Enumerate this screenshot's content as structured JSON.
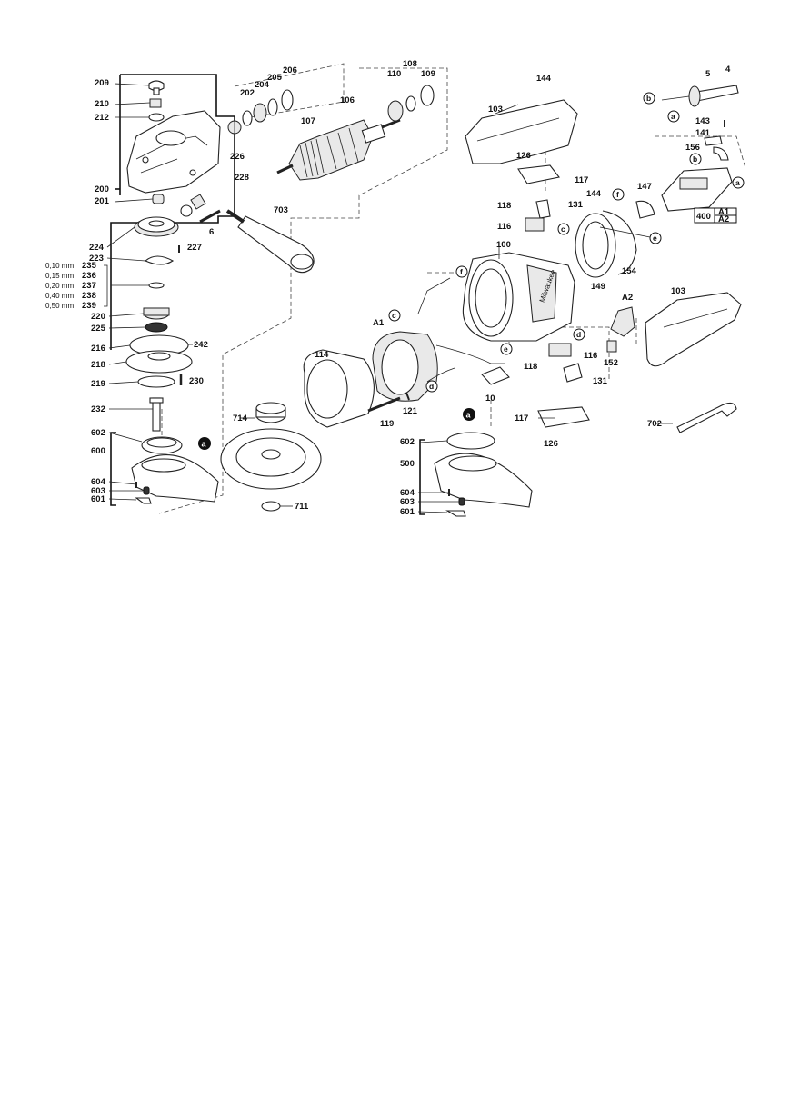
{
  "diagram": {
    "callouts": {
      "p209": "209",
      "p210": "210",
      "p212": "212",
      "p200": "200",
      "p201": "201",
      "p202": "202",
      "p204": "204",
      "p205": "205",
      "p206": "206",
      "p106": "106",
      "p107": "107",
      "p108": "108",
      "p110": "110",
      "p109": "109",
      "p226": "226",
      "p228": "228",
      "p6": "6",
      "p703": "703",
      "p224": "224",
      "p227": "227",
      "p223": "223",
      "p235": "235",
      "p236": "236",
      "p237": "237",
      "p238": "238",
      "p239": "239",
      "p220": "220",
      "p225": "225",
      "p216": "216",
      "p242": "242",
      "p218": "218",
      "p219": "219",
      "p230": "230",
      "p232": "232",
      "p602a": "602",
      "p600": "600",
      "p604a": "604",
      "p603a": "603",
      "p601a": "601",
      "p714": "714",
      "p711": "711",
      "p144a": "144",
      "p103a": "103",
      "p126a": "126",
      "p117a": "117",
      "p118a": "118",
      "p131a": "131",
      "p116a": "116",
      "p100": "100",
      "pA1": "A1",
      "p114": "114",
      "p119": "119",
      "p121": "121",
      "p10": "10",
      "p117b": "117",
      "p126b": "126",
      "p602b": "602",
      "p500": "500",
      "p604b": "604",
      "p603b": "603",
      "p601b": "601",
      "p4": "4",
      "p5": "5",
      "p143": "143",
      "p141": "141",
      "p156": "156",
      "p144b": "144",
      "p147": "147",
      "p400": "400",
      "pA1b": "A1",
      "pA2b": "A2",
      "p154": "154",
      "p149": "149",
      "pA2": "A2",
      "p103b": "103",
      "p116b": "116",
      "p152": "152",
      "p118b": "118",
      "p131b": "131",
      "p702": "702"
    },
    "thickness": {
      "t235": "0,10 mm",
      "t236": "0,15 mm",
      "t237": "0,20 mm",
      "t238": "0,40 mm",
      "t239": "0,50 mm"
    },
    "circle_letters": {
      "a": "a",
      "b": "b",
      "c": "c",
      "d": "d",
      "e": "e",
      "f": "f"
    },
    "brand": "Milwaukee"
  }
}
